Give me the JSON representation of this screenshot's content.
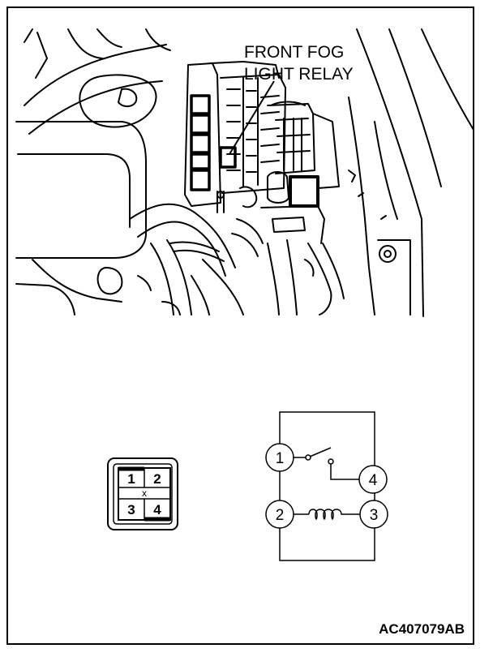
{
  "callout": {
    "line1": "FRONT FOG",
    "line2": "LIGHT RELAY"
  },
  "connector": {
    "terminals": [
      "1",
      "2",
      "3",
      "4"
    ],
    "key_mark": "x"
  },
  "schematic": {
    "terminals": [
      "1",
      "2",
      "3",
      "4"
    ]
  },
  "figure_code": "AC407079AB",
  "colors": {
    "line": "#000000",
    "background": "#ffffff"
  }
}
